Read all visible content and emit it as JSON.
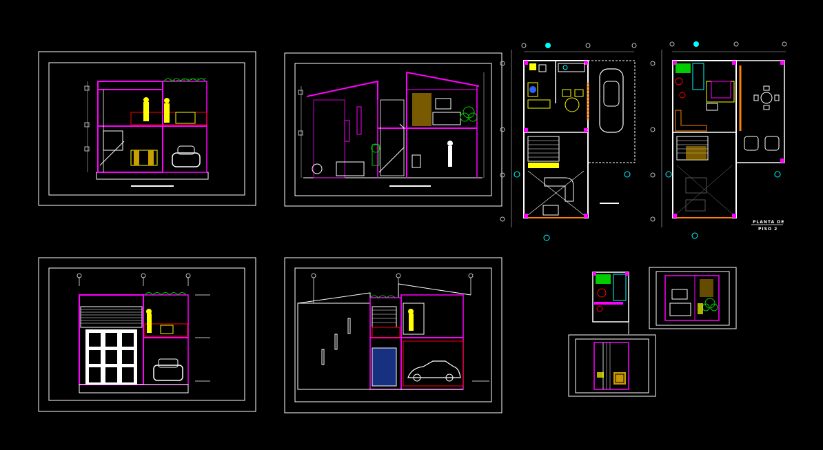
{
  "drawing": {
    "background": "#000000",
    "colors": {
      "frame": "#ffffff",
      "structure": "#ff00ff",
      "figures": "#ffff00",
      "furniture": "#ff0000",
      "plants": "#00cc00",
      "fixtures": "#00ffff",
      "dimensions": "#c0c0c0",
      "walls": "#ffffff",
      "accent": "#ff8000",
      "blue": "#3060ff"
    },
    "sheets": [
      {
        "id": "section-a",
        "kind": "section"
      },
      {
        "id": "section-b",
        "kind": "section"
      },
      {
        "id": "front-elevation",
        "kind": "elevation"
      },
      {
        "id": "side-elevation",
        "kind": "elevation"
      },
      {
        "id": "plan-level-1",
        "kind": "floor-plan"
      },
      {
        "id": "plan-level-2",
        "kind": "floor-plan"
      },
      {
        "id": "detail-bath",
        "kind": "detail"
      },
      {
        "id": "detail-kitchen",
        "kind": "detail"
      },
      {
        "id": "detail-closet",
        "kind": "detail"
      }
    ],
    "plan_title_line1": "PLANTA DE",
    "plan_title_line2": "PISO 2"
  }
}
